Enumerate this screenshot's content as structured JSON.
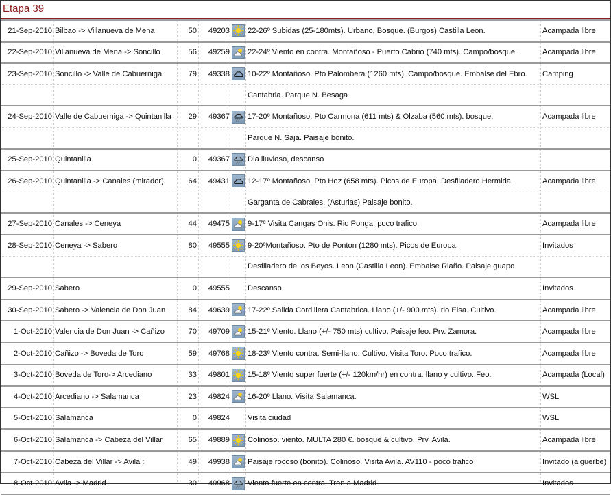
{
  "title": "Etapa 39",
  "rows": [
    {
      "date": "21-Sep-2010",
      "route": "Bilbao -> Villanueva de Mena",
      "km": "50",
      "total": "49203",
      "icon": "sun-icon",
      "desc": "22-26º Subidas (25-180mts). Urbano, Bosque. (Burgos) Castilla Leon.",
      "lodging": "Acampada libre"
    },
    {
      "date": "22-Sep-2010",
      "route": "Villanueva de Mena -> Soncillo",
      "km": "56",
      "total": "49259",
      "icon": "partly-cloudy-icon",
      "desc": "22-24º Viento en contra. Montañoso - Puerto Cabrio (740 mts). Campo/bosque.",
      "lodging": "Acampada libre"
    },
    {
      "date": "23-Sep-2010",
      "route": "Soncillo -> Valle de Cabuerniga",
      "km": "79",
      "total": "49338",
      "icon": "cloud-icon",
      "desc": "10-22º Montañoso. Pto Palombera (1260 mts). Campo/bosque. Embalse del Ebro.",
      "lodging": "Camping",
      "cont": "Cantabria. Parque N. Besaga"
    },
    {
      "date": "24-Sep-2010",
      "route": "Valle de Cabuerniga -> Quintanilla",
      "km": "29",
      "total": "49367",
      "icon": "rain-icon",
      "desc": " 17-20º Montañoso. Pto Carmona (611 mts) & Olzaba (560 mts). bosque.",
      "lodging": "Acampada libre",
      "cont": "Parque N. Saja. Paisaje bonito."
    },
    {
      "date": "25-Sep-2010",
      "route": "Quintanilla",
      "km": "0",
      "total": "49367",
      "icon": "rain-icon",
      "desc": "Dia lluvioso, descanso",
      "lodging": ""
    },
    {
      "date": "26-Sep-2010",
      "route": "Quintanilla -> Canales (mirador)",
      "km": "64",
      "total": "49431",
      "icon": "cloud-icon",
      "desc": "12-17º Montañoso. Pto Hoz (658 mts). Picos de Europa. Desfiladero Hermida.",
      "lodging": "Acampada libre",
      "cont": "Garganta de Cabrales. (Asturias) Paisaje bonito."
    },
    {
      "date": "27-Sep-2010",
      "route": "Canales -> Ceneya",
      "km": "44",
      "total": "49475",
      "icon": "partly-cloudy-icon",
      "desc": "9-17º  Visita Cangas Onis. Rio Ponga. poco trafico.",
      "lodging": "Acampada libre"
    },
    {
      "date": "28-Sep-2010",
      "route": "Ceneya -> Sabero",
      "km": "80",
      "total": "49555",
      "icon": "sun-icon",
      "desc": " 9-20ºMontañoso. Pto de Ponton (1280 mts). Picos de Europa.",
      "lodging": "Invitados",
      "cont": "Desfiladero de los Beyos. Leon (Castilla Leon). Embalse Riaño. Paisaje guapo"
    },
    {
      "date": "29-Sep-2010",
      "route": "Sabero",
      "km": "0",
      "total": "49555",
      "icon": "",
      "desc": "Descanso",
      "lodging": "Invitados"
    },
    {
      "date": "30-Sep-2010",
      "route": "Sabero -> Valencia de Don Juan",
      "km": "84",
      "total": "49639",
      "icon": "partly-cloudy-icon",
      "desc": " 17-22º Salida Cordillera Cantabrica. Llano (+/- 900 mts). rio Elsa. Cultivo.",
      "lodging": "Acampada libre"
    },
    {
      "date": "1-Oct-2010",
      "route": "Valencia de Don Juan -> Cañizo",
      "km": "70",
      "total": "49709",
      "icon": "partly-cloudy-icon",
      "desc": "15-21º Viento. Llano (+/- 750 mts) cultivo. Paisaje feo. Prv. Zamora.",
      "lodging": "Acampada libre"
    },
    {
      "date": "2-Oct-2010",
      "route": "Cañizo -> Boveda de Toro",
      "km": "59",
      "total": "49768",
      "icon": "sun-icon",
      "desc": "18-23º Viento contra. Semi-llano. Cultivo. Visita Toro. Poco trafico.",
      "lodging": "Acampada libre"
    },
    {
      "date": "3-Oct-2010",
      "route": "Boveda de Toro-> Arcediano",
      "km": "33",
      "total": "49801",
      "icon": "sun-icon",
      "desc": "15-18º Viento super fuerte (+/- 120km/hr) en contra. llano y cultivo. Feo.",
      "lodging": "Acampada (Local)"
    },
    {
      "date": "4-Oct-2010",
      "route": "Arcediano -> Salamanca",
      "km": "23",
      "total": "49824",
      "icon": "partly-cloudy-icon",
      "desc": "16-20º Llano. Visita Salamanca.",
      "lodging": "WSL"
    },
    {
      "date": "5-Oct-2010",
      "route": "Salamanca",
      "km": "0",
      "total": "49824",
      "icon": "",
      "desc": "Visita ciudad",
      "lodging": "WSL"
    },
    {
      "date": "6-Oct-2010",
      "route": "Salamanca -> Cabeza del Villar",
      "km": "65",
      "total": "49889",
      "icon": "sun-icon",
      "desc": "Colinoso. viento. MULTA 280 €. bosque & cultivo. Prv. Avila.",
      "lodging": "Acampada libre"
    },
    {
      "date": "7-Oct-2010",
      "route": "Cabeza del Villar -> Avila :",
      "km": "49",
      "total": "49938",
      "icon": "partly-cloudy-icon",
      "desc": "Paisaje rocoso (bonito). Colinoso. Visita Avila. AV110 - poco trafico",
      "lodging": "Invitado (alguerbe)"
    },
    {
      "date": "8-Oct-2010",
      "route": "Avila -> Madrid",
      "km": "30",
      "total": "49968",
      "icon": "rain-icon",
      "desc": "Viento fuerte en contra, Tren a Madrid.",
      "lodging": "Invitados"
    }
  ]
}
